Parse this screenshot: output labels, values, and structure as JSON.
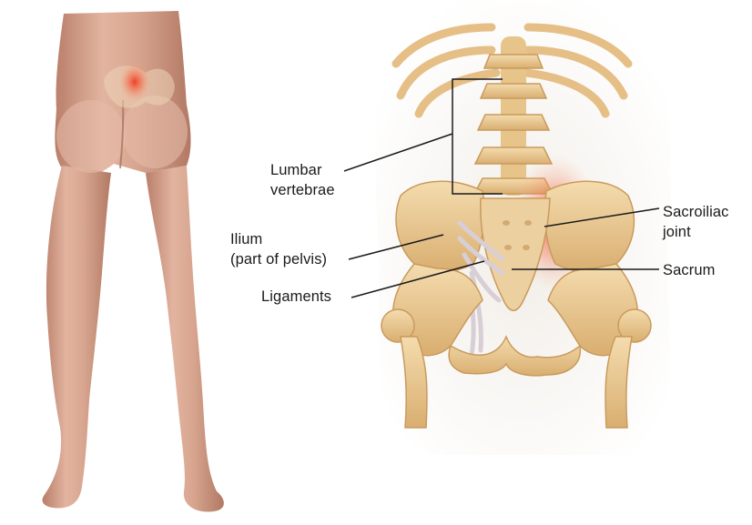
{
  "labels": {
    "lumbar_vertebrae": "Lumbar\nvertebrae",
    "ilium": "Ilium\n(part of pelvis)",
    "ligaments": "Ligaments",
    "sacroiliac_joint": "Sacroiliac\njoint",
    "sacrum": "Sacrum"
  },
  "colors": {
    "skin": "#d9a892",
    "bone": "#e9c58d",
    "ligament": "#d8cfd6",
    "pain_highlight": "#f05a3a",
    "leader_line": "#1a1a1a"
  }
}
